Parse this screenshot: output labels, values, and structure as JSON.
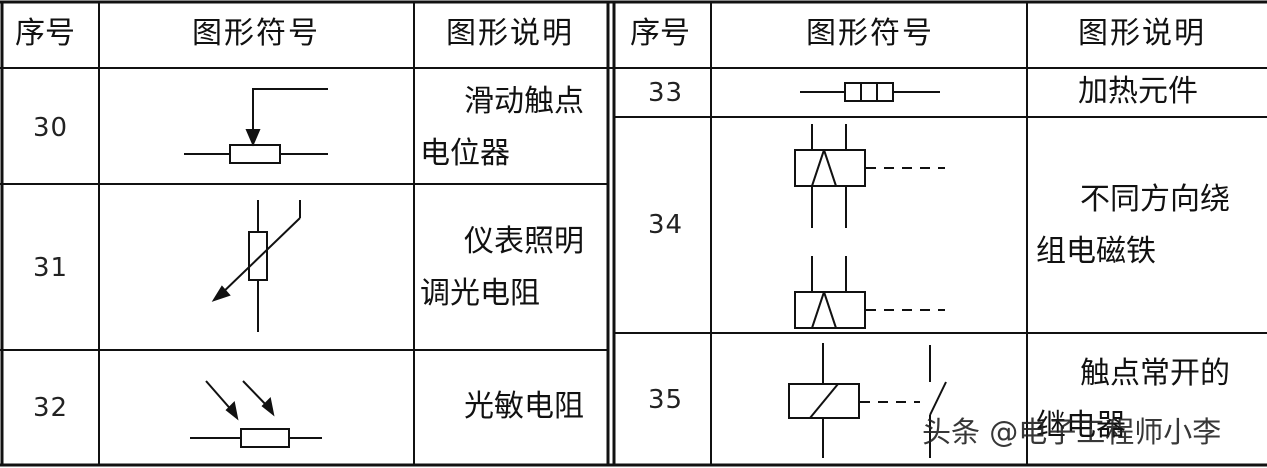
{
  "left": {
    "headers": {
      "no": "序号",
      "symbol": "图形符号",
      "desc": "图形说明"
    },
    "rows": [
      {
        "no": "30",
        "desc1": "滑动触点",
        "desc2": "电位器"
      },
      {
        "no": "31",
        "desc1": "仪表照明",
        "desc2": "调光电阻"
      },
      {
        "no": "32",
        "desc1": "光敏电阻",
        "desc2": ""
      }
    ]
  },
  "right": {
    "headers": {
      "no": "序号",
      "symbol": "图形符号",
      "desc": "图形说明"
    },
    "rows": [
      {
        "no": "33",
        "desc1": "加热元件",
        "desc2": ""
      },
      {
        "no": "34",
        "desc1": "不同方向绕",
        "desc2": "组电磁铁"
      },
      {
        "no": "35",
        "desc1": "触点常开的",
        "desc2": "继电器"
      }
    ]
  },
  "watermark": "头条 @电子工程师小李"
}
